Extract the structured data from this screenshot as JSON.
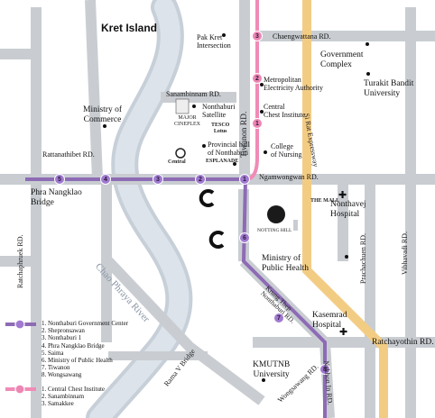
{
  "colors": {
    "road": "#c9cdd2",
    "river": "#c7cfd8",
    "expressway": "#f3cc84",
    "purple_line": "#8d6bb5",
    "pink_line": "#f08bb6",
    "station_purple": "#a07ad0",
    "station_pink": "#ee86b4"
  },
  "places": {
    "kret_island": "Kret Island",
    "pak_kret": "Pak Kret\nIntersection",
    "government_complex": "Government\nComplex",
    "turakit": "Turakit Bandit\nUniversity",
    "metro_electric": "Metropolitan\nElectricity Authority",
    "central_chest": "Central\nChest Institute",
    "ministry_commerce": "Ministry of\nCommerce",
    "nonthaburi_satellite": "Nonthaburi\nSatellite",
    "provincial_hall": "Provincial hall\nof Nonthaburi",
    "college_nursing": "College\nof Nursing",
    "nonthavej": "Nonthavej\nHospital",
    "ministry_public_health": "Ministry of\nPublic Health",
    "kasemrad": "Kasemrad\nHospital",
    "kmutnb": "KMUTNB\nUniversity",
    "phra_nangklao_bridge": "Phra Nangklao\nBridge",
    "chao_phraya": "Chao Phraya River",
    "rama_v_bridge": "Rama V Bridge"
  },
  "roads": {
    "chaengwattana": "Chaengwattana RD.",
    "sanambinnam": "Sanambinnam RD.",
    "tiwanon": "Tiwanon RD.",
    "si_rat": "Si Rat Expressway",
    "rattanathibet": "Rattanathibet RD.",
    "ngamwongwan": "Ngamwongwan RD.",
    "ratchaphruek": "Ratchaphruek RD.",
    "prachachuen": "Prachachuen RD.",
    "vibhavadi": "Vibhavadi RD.",
    "krung_thep_nonthaburi": "Krung Thep\nNonthaburi RD.",
    "ratchayothin": "Ratchayothin RD.",
    "wongsawang": "Wongsawang RD.",
    "nakhon_in": "Nakhon In RD."
  },
  "logos": {
    "major": "MAJOR\nCINEPLEX",
    "tesco": "TESCO\nLotus",
    "central": "Central",
    "esplanade": "ESPLANADE",
    "notting_hill": "NOTTING HILL",
    "the_mall": "THE MALL"
  },
  "stations_purple": [
    "1",
    "2",
    "3",
    "4",
    "5",
    "6",
    "7",
    "8"
  ],
  "stations_pink": [
    "1",
    "2",
    "3"
  ],
  "legend": {
    "purple": [
      "1. Nonthaburi Government Center",
      "2. Shepronsawan",
      "3. Nonthaburi 1",
      "4. Phra Nangklao Bridge",
      "5. Saima",
      "6. Ministry of Public Health",
      "7. Tiwanon",
      "8. Wongsawang"
    ],
    "pink": [
      "1. Central Chest Institute",
      "2. Sanambinnam",
      "3. Samakkee"
    ]
  }
}
